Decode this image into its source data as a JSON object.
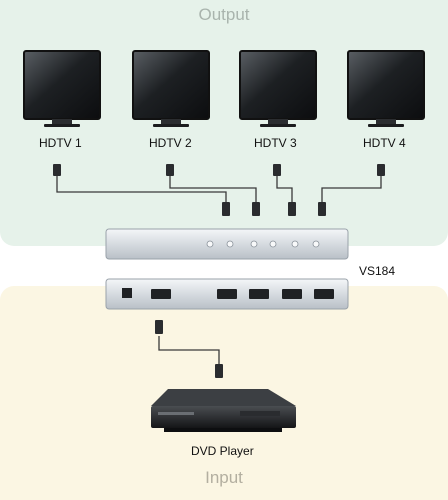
{
  "sections": {
    "output_title": "Output",
    "input_title": "Input"
  },
  "displays": [
    {
      "label": "HDTV 1"
    },
    {
      "label": "HDTV 2"
    },
    {
      "label": "HDTV 3"
    },
    {
      "label": "HDTV 4"
    }
  ],
  "switch": {
    "model": "VS184"
  },
  "source": {
    "label": "DVD Player"
  },
  "colors": {
    "output_bg": "#e6f2ea",
    "input_bg": "#fbf6e3",
    "cable": "#3a3a3a",
    "device": "#d9dde3"
  }
}
